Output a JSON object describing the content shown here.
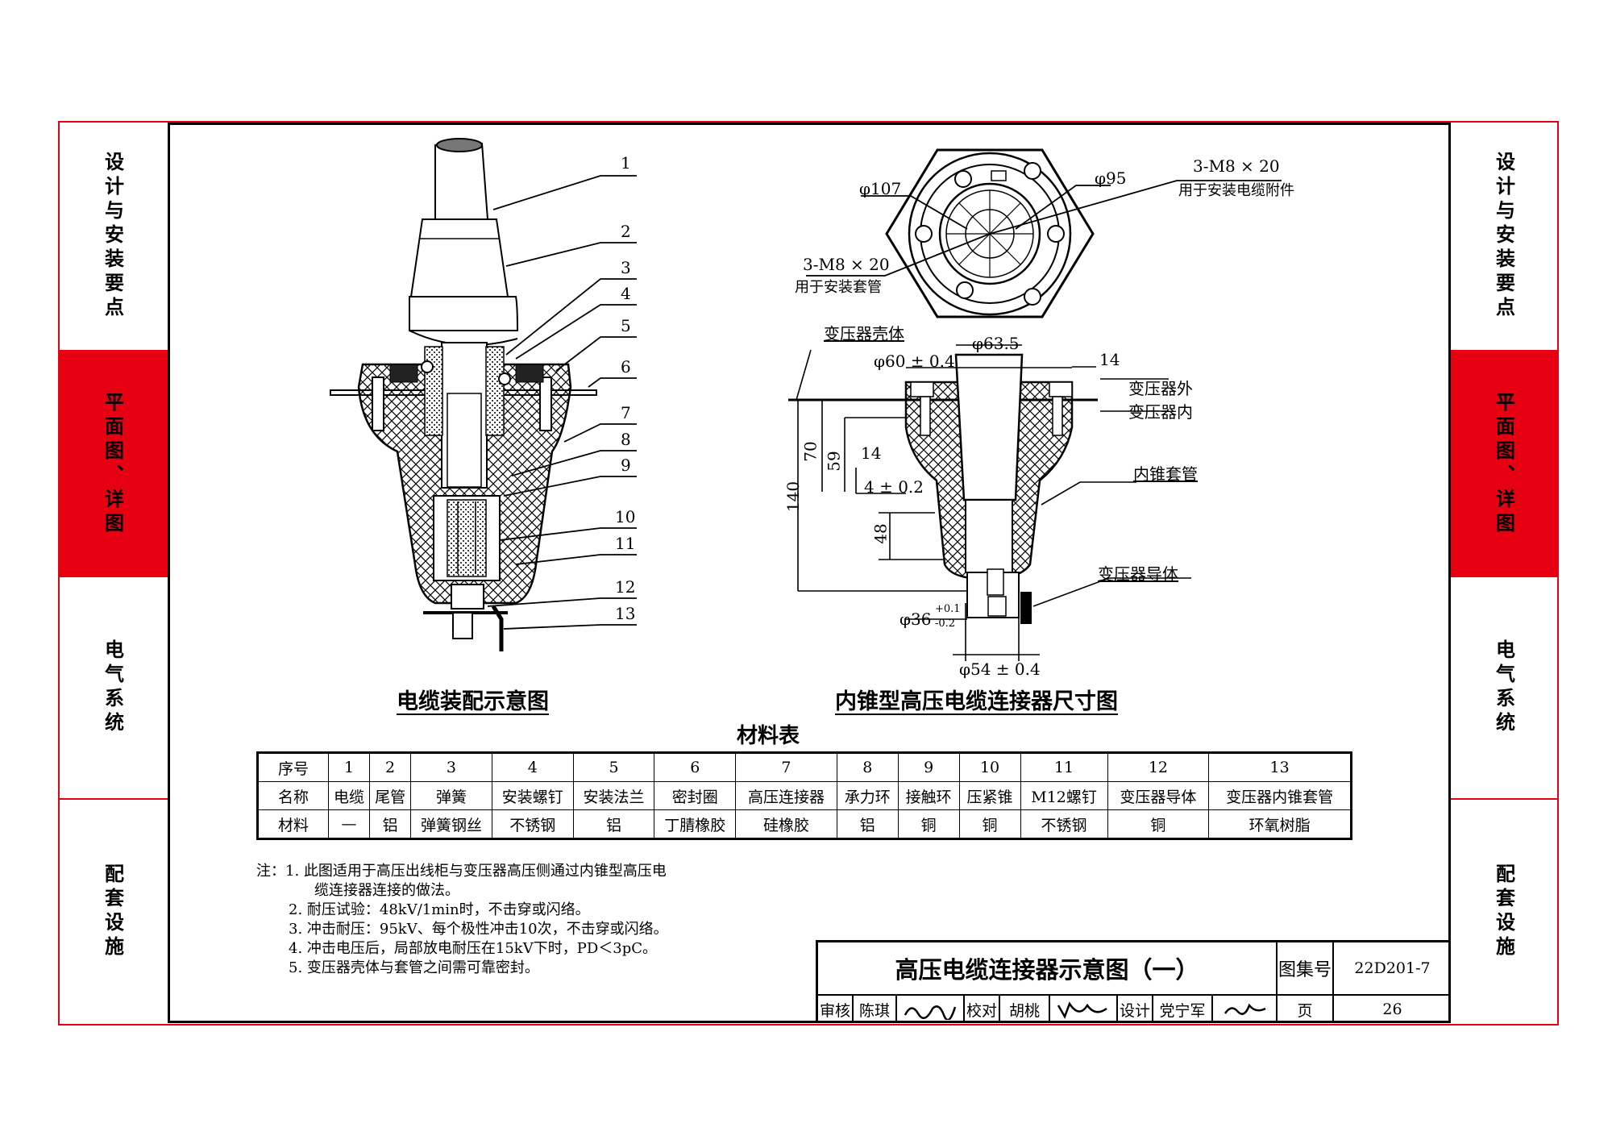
{
  "side_tabs_left": [
    "设计与安装要点",
    "平面图、详图",
    "电气系统",
    "配套设施"
  ],
  "side_tabs_right": [
    "设计与安装要点",
    "平面图、详图",
    "电气系统",
    "配套设施"
  ],
  "active_tab_index": 1,
  "colors": {
    "accent_red": "#e60012",
    "line": "#000000"
  },
  "left_figure": {
    "caption": "电缆装配示意图",
    "callouts": [
      "1",
      "2",
      "3",
      "4",
      "5",
      "6",
      "7",
      "8",
      "9",
      "10",
      "11",
      "12",
      "13"
    ]
  },
  "right_figure": {
    "caption": "内锥型高压电缆连接器尺寸图",
    "top_view": {
      "d107": "φ107",
      "d95": "φ95",
      "bolt_right": "3-M8 × 20",
      "bolt_right_note": "用于安装电缆附件",
      "bolt_left": "3-M8 × 20",
      "bolt_left_note": "用于安装套管"
    },
    "section_view": {
      "housing": "变压器壳体",
      "d635": "φ63.5",
      "d60": "φ60 ± 0.4",
      "dim14_top": "14",
      "outside": "变压器外",
      "inside": "变压器内",
      "dim70": "70",
      "dim59": "59",
      "dim140": "140",
      "dim14_mid": "14",
      "dim4": "4 ± 0.2",
      "dim48": "48",
      "bushing": "内锥套管",
      "conductor": "变压器导体",
      "d36": "φ36",
      "d36_tol_upper": "+0.1",
      "d36_tol_lower": "-0.2",
      "d54": "φ54 ± 0.4"
    }
  },
  "material_table": {
    "title": "材料表",
    "row_labels": [
      "序号",
      "名称",
      "材料"
    ],
    "numbers": [
      "1",
      "2",
      "3",
      "4",
      "5",
      "6",
      "7",
      "8",
      "9",
      "10",
      "11",
      "12",
      "13"
    ],
    "names": [
      "电缆",
      "尾管",
      "弹簧",
      "安装螺钉",
      "安装法兰",
      "密封圈",
      "高压连接器",
      "承力环",
      "接触环",
      "压紧锥",
      "M12螺钉",
      "变压器导体",
      "变压器内锥套管"
    ],
    "materials": [
      "—",
      "铝",
      "弹簧钢丝",
      "不锈钢",
      "铝",
      "丁腈橡胶",
      "硅橡胶",
      "铝",
      "铜",
      "铜",
      "不锈钢",
      "铜",
      "环氧树脂"
    ]
  },
  "notes": [
    "注：1.  此图适用于高压出线柜与变压器高压侧通过内锥型高压电",
    "缆连接器连接的做法。",
    "2.  耐压试验：48kV/1min时，不击穿或闪络。",
    "3.  冲击耐压：95kV、每个极性冲击10次，不击穿或闪络。",
    "4.  冲击电压后，局部放电耐压在15kV下时，PD＜3pC。",
    "5.  变压器壳体与套管之间需可靠密封。"
  ],
  "title_block": {
    "title": "高压电缆连接器示意图（一）",
    "atlas_label": "图集号",
    "atlas_no": "22D201-7",
    "review_label": "审核",
    "reviewer": "陈琪",
    "check_label": "校对",
    "checker": "胡桃",
    "design_label": "设计",
    "designer": "党宁军",
    "page_label": "页",
    "page_no": "26"
  }
}
